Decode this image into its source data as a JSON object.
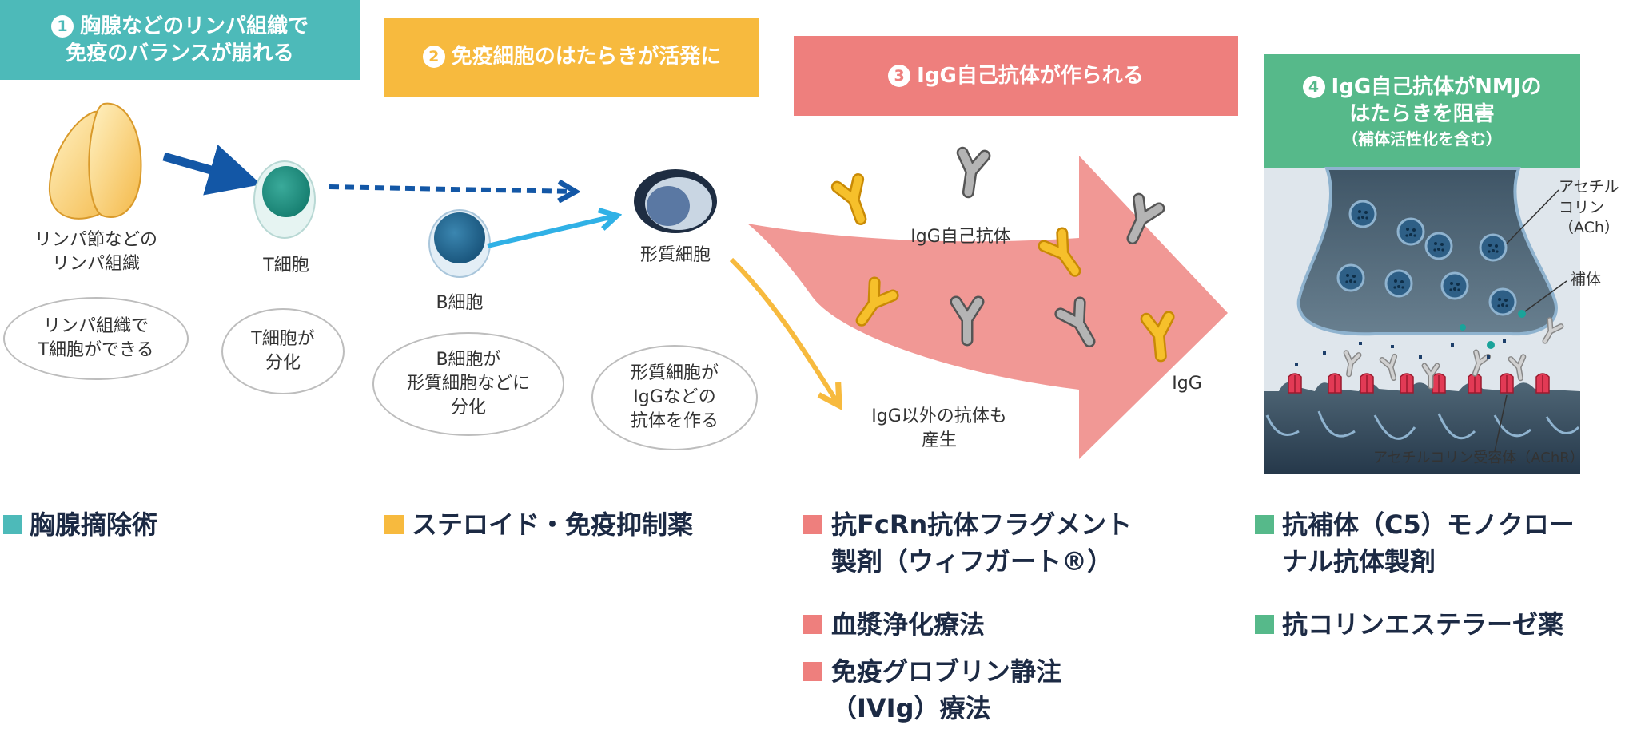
{
  "steps": [
    {
      "num": "1",
      "line1": "胸腺などのリンパ組織で",
      "line2": "免疫のバランスが崩れる",
      "color": "#4dbab9"
    },
    {
      "num": "2",
      "line1": "免疫細胞のはたらきが活発に",
      "color": "#f7ba3e"
    },
    {
      "num": "3",
      "line1": "IgG自己抗体が作られる",
      "color": "#ee7f7d"
    },
    {
      "num": "4",
      "line1": "IgG自己抗体がNMJの",
      "line2": "はたらきを阻害",
      "sub": "（補体活性化を含む）",
      "color": "#56b98a"
    }
  ],
  "labels": {
    "lymph_line1": "リンパ節などの",
    "lymph_line2": "リンパ組織",
    "tcell": "T細胞",
    "bcell": "B細胞",
    "plasma": "形質細胞",
    "igg_auto": "IgG自己抗体",
    "igg": "IgG",
    "other_ab_line1": "IgG以外の抗体も",
    "other_ab_line2": "産生",
    "ach_line1": "アセチル",
    "ach_line2": "コリン",
    "ach_line3": "（ACh）",
    "complement": "補体",
    "achr": "アセチルコリン受容体（AChR）"
  },
  "notes": [
    {
      "line1": "リンパ組織で",
      "line2": "T細胞ができる"
    },
    {
      "line1": "T細胞が",
      "line2": "分化"
    },
    {
      "line1": "B細胞が",
      "line2": "形質細胞などに",
      "line3": "分化"
    },
    {
      "line1": "形質細胞が",
      "line2": "IgGなどの",
      "line3": "抗体を作る"
    }
  ],
  "treatments": {
    "col1": [
      {
        "text": "胸腺摘除術"
      }
    ],
    "col2": [
      {
        "text": "ステロイド・免疫抑制薬"
      }
    ],
    "col3": [
      {
        "line1": "抗FcRn抗体フラグメント",
        "line2": "製剤（ウィフガート®）"
      },
      {
        "text": "血漿浄化療法"
      },
      {
        "line1": "免疫グロブリン静注",
        "line2": "（IVIg）療法"
      }
    ],
    "col4": [
      {
        "line1": "抗補体（C5）モノクロー",
        "line2": "ナル抗体製剤"
      },
      {
        "text": "抗コリンエステラーゼ薬"
      }
    ]
  },
  "colors": {
    "teal": "#4dbab9",
    "yellow": "#f7ba3e",
    "salmon": "#ee7f7d",
    "green": "#56b98a",
    "navy": "#1c2a44",
    "big_arrow": "#f08f8c"
  }
}
